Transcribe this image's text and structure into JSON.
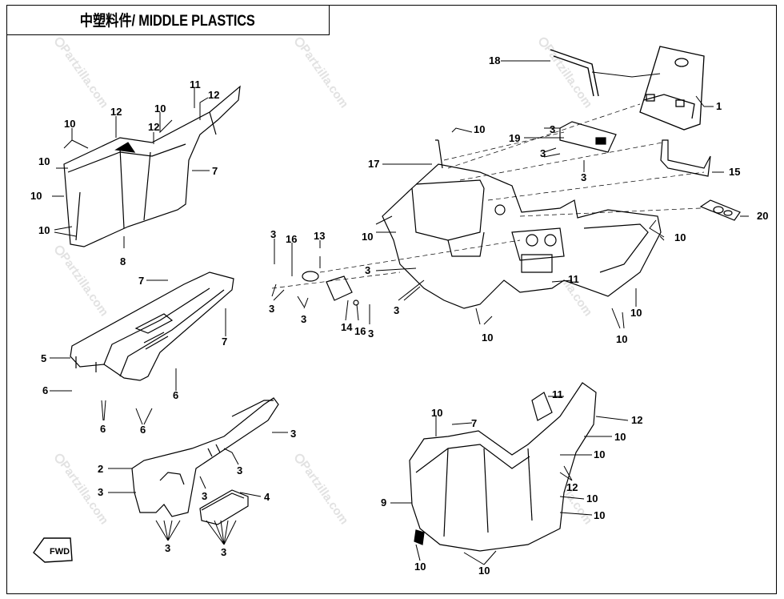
{
  "title": "中塑料件/ MIDDLE PLASTICS",
  "watermark": "Partzilla.com",
  "fwd_label": "FWD",
  "callouts": [
    "1",
    "2",
    "3",
    "4",
    "5",
    "6",
    "7",
    "8",
    "9",
    "10",
    "11",
    "12",
    "13",
    "14",
    "15",
    "16",
    "17",
    "18",
    "19",
    "20"
  ]
}
